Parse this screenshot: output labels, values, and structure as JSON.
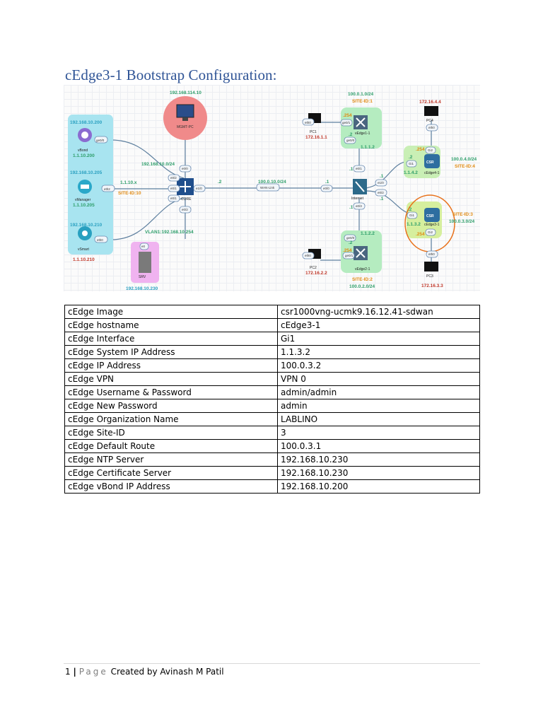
{
  "heading": "cEdge3-1 Bootstrap Configuration:",
  "diagram": {
    "labels": {
      "mgmt_ip": "192.168.114.10",
      "mgmt_pc": "MGMT-PC",
      "vbond_ip": "192.168.10.200",
      "vbond": "vBond",
      "vbond_sys": "1.1.10.200",
      "vbond_port": "ge0/0",
      "vmanager_ip": "192.168.10.205",
      "vmanager": "vManager",
      "vmanager_sys": "1.1.10.205",
      "vmanager_port": "eth2",
      "vsmart_ip": "192.168.10.210",
      "vsmart": "vSmart",
      "vsmart_sys": "1.1.10.210",
      "vsmart_port": "eth0",
      "ctrl_sys": "1.1.10.x",
      "ctrl_site": "SITE-ID:10",
      "lan_net": "192.168.10.0/24",
      "core": "CORE",
      "core_p1": "e0/0",
      "core_p2": "e0/2",
      "core_p3": "e0/1",
      "core_p4": "e1/0",
      "core_p5": "e0/1",
      "core_p6": "e0/2",
      "core_dot2": ".2",
      "vlan": "VLAN1:192.168.10.254",
      "srv_port": "e0",
      "srv": "SRV",
      "srv_ip": "192.168.10.230",
      "wan_net": "100.0.10.0/24",
      "wan_link": "WAN-Link",
      "inet_dot1": ".1",
      "inet_p": "e0/0",
      "internet": "Internet",
      "i_p1": "e0/1",
      "i_p2": "e1/0",
      "i_p3": "e0/2",
      "i_p4": "e0/3",
      "i_d1": ".1",
      "i_d2": ".1",
      "i_d3": ".1",
      "i_d4": ".1",
      "s1_net": "100.0.1.0/24",
      "s1_site": "SITE-ID:1",
      "s1_254": ".254",
      "s1_gi1": "ge0/1",
      "s1_gi0": "ge0/0",
      "s1_dot2": ".2",
      "s1_name": "vEdge1-1",
      "s1_sys": "1.1.1.2",
      "pc1_port": "eth0",
      "pc1": "PC1",
      "pc1_ip": "172.16.1.1",
      "pc4_ip": "172.16.4.4",
      "pc4": "PC4",
      "pc4_port": "eth0",
      "s4_254": ".254",
      "s4_gi2": "Gi2",
      "s4_gi1": "Gi1",
      "s4_dot2": ".2",
      "s4_sys": "1.1.4.2",
      "s4_name": "cEdge4-1",
      "s4_net": "100.0.4.0/24",
      "s4_site": "SITE-ID:4",
      "s3_site": "SITE-ID:3",
      "s3_net": "100.0.3.0/24",
      "s3_gi1": "Gi1",
      "s3_gi2": "Gi2",
      "s3_dot2": ".2",
      "s3_sys": "1.1.3.2",
      "s3_name": "cEdge3-1",
      "s3_254": ".254",
      "pc3_port": "eth0",
      "pc3": "PC3",
      "pc3_ip": "172.16.3.3",
      "s2_sys": "1.1.2.2",
      "s2_gi0": "ge0/0",
      "s2_gi1": "ge0/1",
      "s2_dot2": ".2",
      "s2_254": ".254",
      "s2_name": "vEdge2-1",
      "s2_site": "SITE-ID:2",
      "s2_net": "100.0.2.0/24",
      "pc2_port": "eth0",
      "pc2": "PC2",
      "pc2_ip": "172.16.2.2",
      "csr": "CSR"
    }
  },
  "table": {
    "rows": [
      {
        "key": "cEdge Image",
        "value": "csr1000vng-ucmk9.16.12.41-sdwan"
      },
      {
        "key": "cEdge hostname",
        "value": "cEdge3-1"
      },
      {
        "key": "cEdge Interface",
        "value": "Gi1"
      },
      {
        "key": "cEdge System IP Address",
        "value": "1.1.3.2"
      },
      {
        "key": "cEdge IP Address",
        "value": "100.0.3.2"
      },
      {
        "key": "cEdge VPN",
        "value": "VPN 0"
      },
      {
        "key": "cEdge Username & Password",
        "value": "admin/admin"
      },
      {
        "key": "cEdge New Password",
        "value": "admin"
      },
      {
        "key": "cEdge Organization Name",
        "value": "LABLINO"
      },
      {
        "key": "cEdge Site-ID",
        "value": "3"
      },
      {
        "key": "cEdge Default Route",
        "value": "100.0.3.1"
      },
      {
        "key": "cEdge NTP Server",
        "value": "192.168.10.230"
      },
      {
        "key": "cEdge Certificate Server",
        "value": "192.168.10.230"
      },
      {
        "key": "cEdge vBond IP Address",
        "value": "192.168.10.200"
      }
    ]
  },
  "footer": {
    "page_number": "1",
    "separator": "|",
    "page_word": "Page",
    "credit": "Created by Avinash M Patil"
  },
  "colors": {
    "heading": "#2f5496",
    "ip_green": "#2e9e6a",
    "site_orange": "#e08a12",
    "ip_red": "#c0392b",
    "controller_bg": "#a8e4f0",
    "edge_bg": "#b5ecc0",
    "mgmt_bg": "#f08a8a",
    "srv_bg": "#f0b3f0"
  }
}
